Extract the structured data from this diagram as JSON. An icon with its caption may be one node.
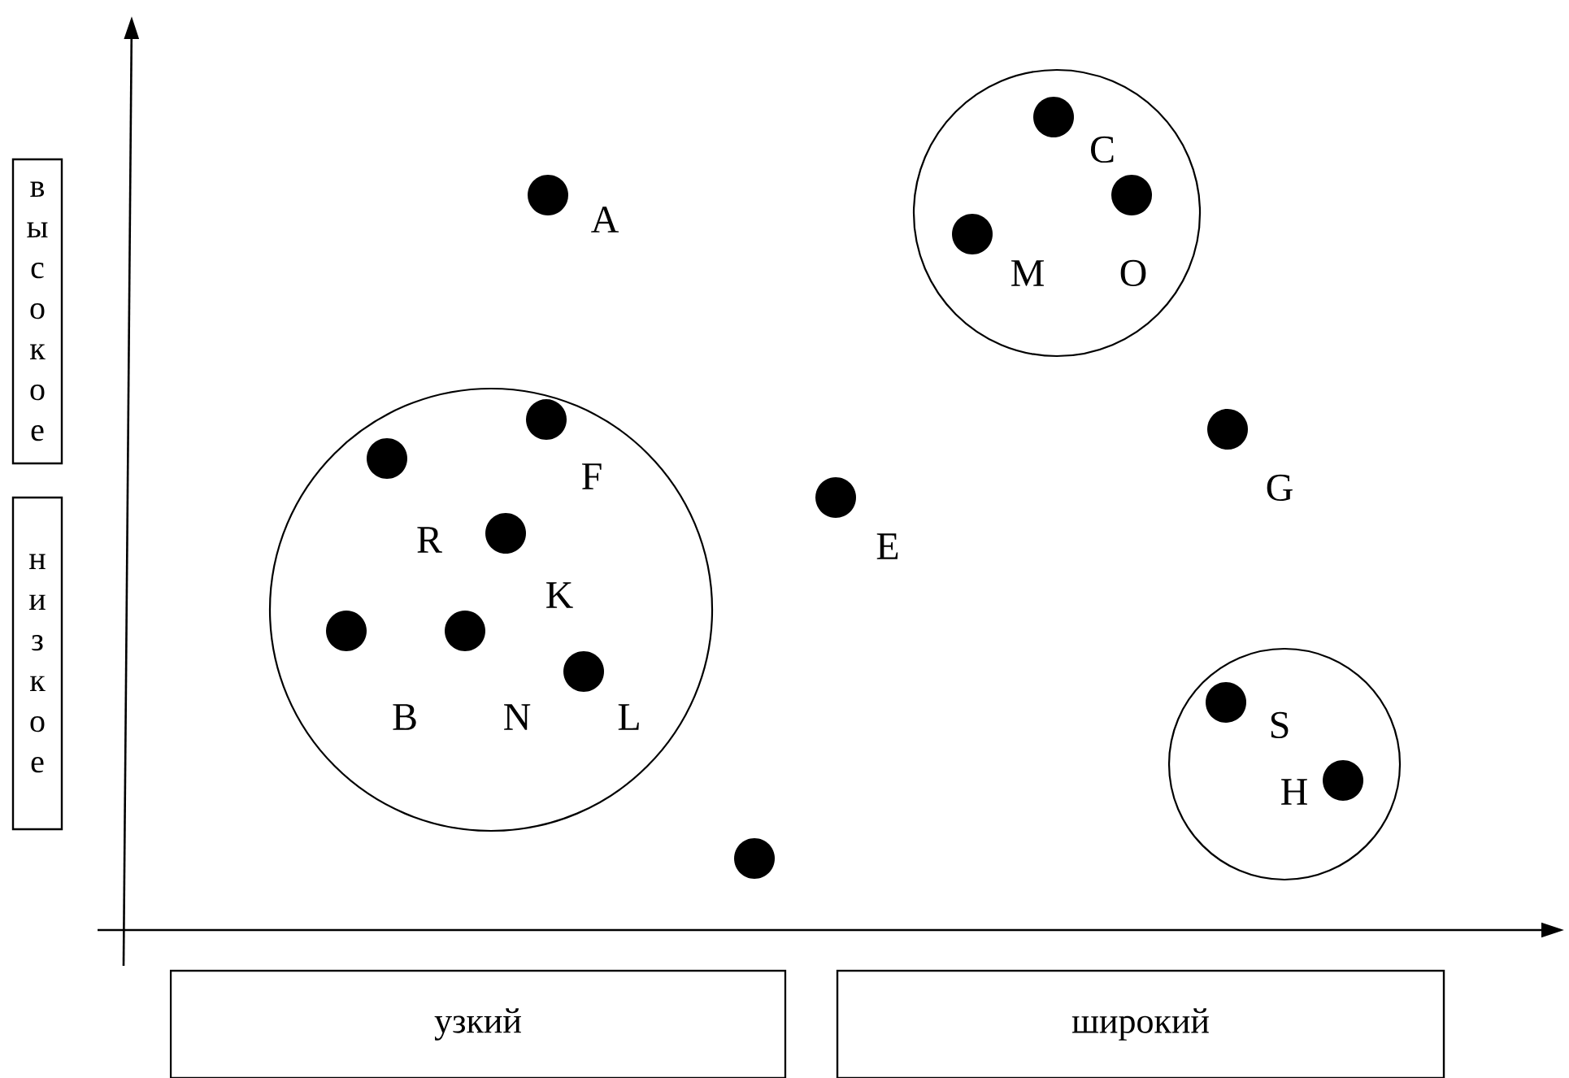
{
  "diagram": {
    "nodes": [
      {
        "text": [
          "высокое"
        ]
      },
      {
        "text": [
          "низкое"
        ]
      },
      {
        "text": [],
        "shape": "dot",
        "beside": [
          "A"
        ]
      },
      {
        "text": [],
        "shape": "circle"
      },
      {
        "text": [],
        "shape": "dot",
        "beside": [
          "C"
        ],
        "in": 3
      },
      {
        "text": [],
        "shape": "dot",
        "beside": [
          "O"
        ],
        "in": 3
      },
      {
        "text": [],
        "shape": "dot",
        "beside": [
          "M"
        ],
        "in": 3
      },
      {
        "text": [],
        "shape": "circle"
      },
      {
        "text": [],
        "shape": "dot",
        "beside": [
          "F"
        ],
        "in": 7
      },
      {
        "text": [],
        "shape": "dot",
        "beside": [
          "R"
        ],
        "in": 7
      },
      {
        "text": [],
        "shape": "dot",
        "beside": [
          "K"
        ],
        "in": 7
      },
      {
        "text": [],
        "shape": "dot",
        "beside": [
          "B"
        ],
        "in": 7
      },
      {
        "text": [],
        "shape": "dot",
        "beside": [
          "N"
        ],
        "in": 7
      },
      {
        "text": [],
        "shape": "dot",
        "beside": [
          "L"
        ],
        "in": 7
      },
      {
        "text": [],
        "shape": "dot",
        "beside": [
          "G"
        ]
      },
      {
        "text": [],
        "shape": "dot",
        "beside": [
          "E"
        ]
      },
      {
        "text": [],
        "shape": "circle"
      },
      {
        "text": [],
        "shape": "dot",
        "beside": [
          "S"
        ],
        "in": 16
      },
      {
        "text": [],
        "shape": "dot",
        "beside": [
          "H"
        ],
        "in": 16
      },
      {
        "text": [],
        "shape": "dot"
      },
      {
        "text": [
          "узкий"
        ]
      },
      {
        "text": [
          "широкий"
        ]
      }
    ]
  }
}
